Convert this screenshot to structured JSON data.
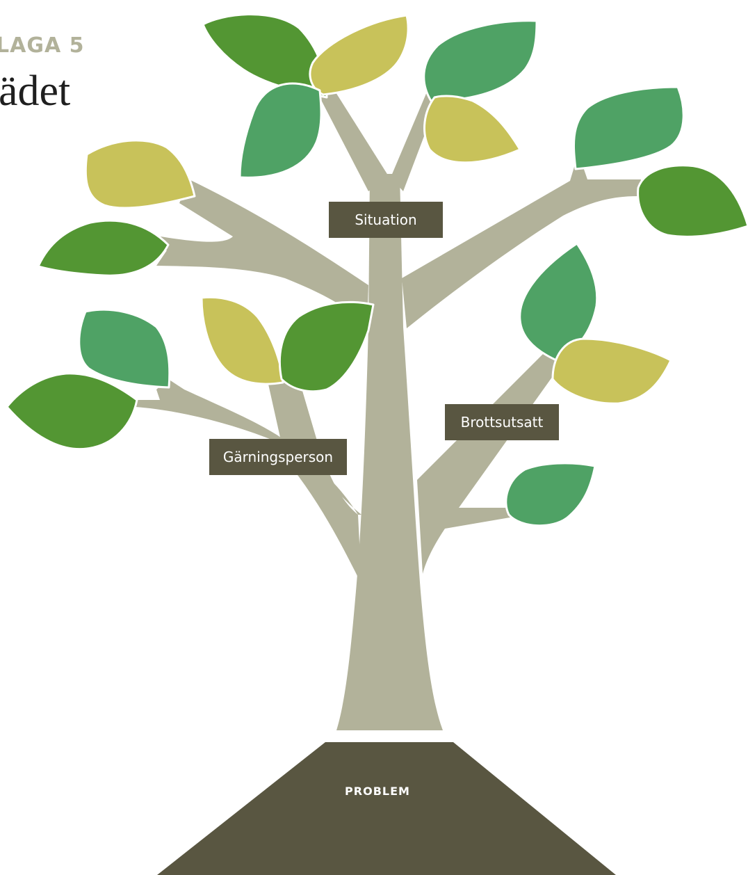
{
  "heading": {
    "kicker": "LAGA 5",
    "title": "ädet"
  },
  "branches": {
    "situation": "Situation",
    "perpetrator": "Gärningsperson",
    "victim": "Brottsutsatt"
  },
  "root": {
    "label": "PROBLEM"
  },
  "colors": {
    "trunk": "#b2b29a",
    "root": "#595641",
    "label_bg": "#595641",
    "leaf_dark_green": "#539633",
    "leaf_mid_green": "#4fa265",
    "leaf_yellow": "#c8c25a",
    "heading_accent": "#b2b29a"
  }
}
